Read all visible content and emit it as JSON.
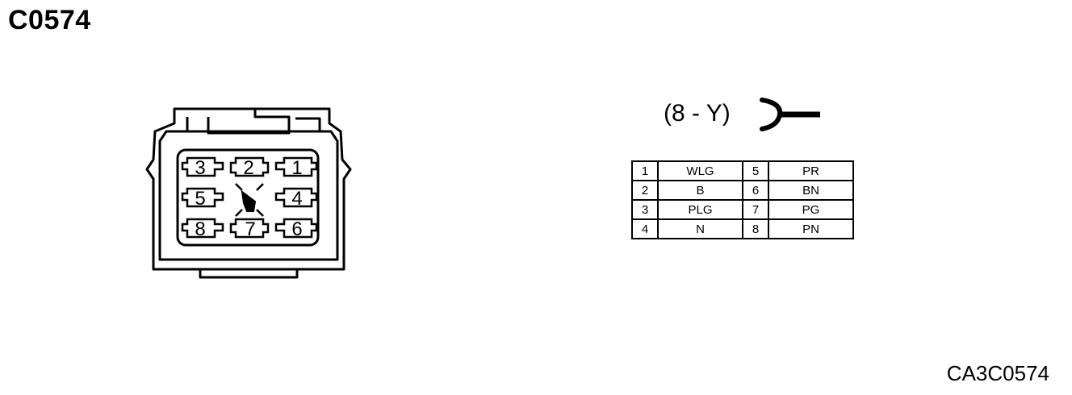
{
  "connector": {
    "id": "C0574",
    "reference": "CA3C0574",
    "terminal_label": "(8 - Y)"
  },
  "cavity_numbers": [
    "1",
    "2",
    "3",
    "4",
    "5",
    "6",
    "7",
    "8"
  ],
  "pin_table": [
    {
      "left_pin": "1",
      "left_color": "WLG",
      "right_pin": "5",
      "right_color": "PR"
    },
    {
      "left_pin": "2",
      "left_color": "B",
      "right_pin": "6",
      "right_color": "BN"
    },
    {
      "left_pin": "3",
      "left_color": "PLG",
      "right_pin": "7",
      "right_color": "PG"
    },
    {
      "left_pin": "4",
      "left_color": "N",
      "right_pin": "8",
      "right_color": "PN"
    }
  ]
}
